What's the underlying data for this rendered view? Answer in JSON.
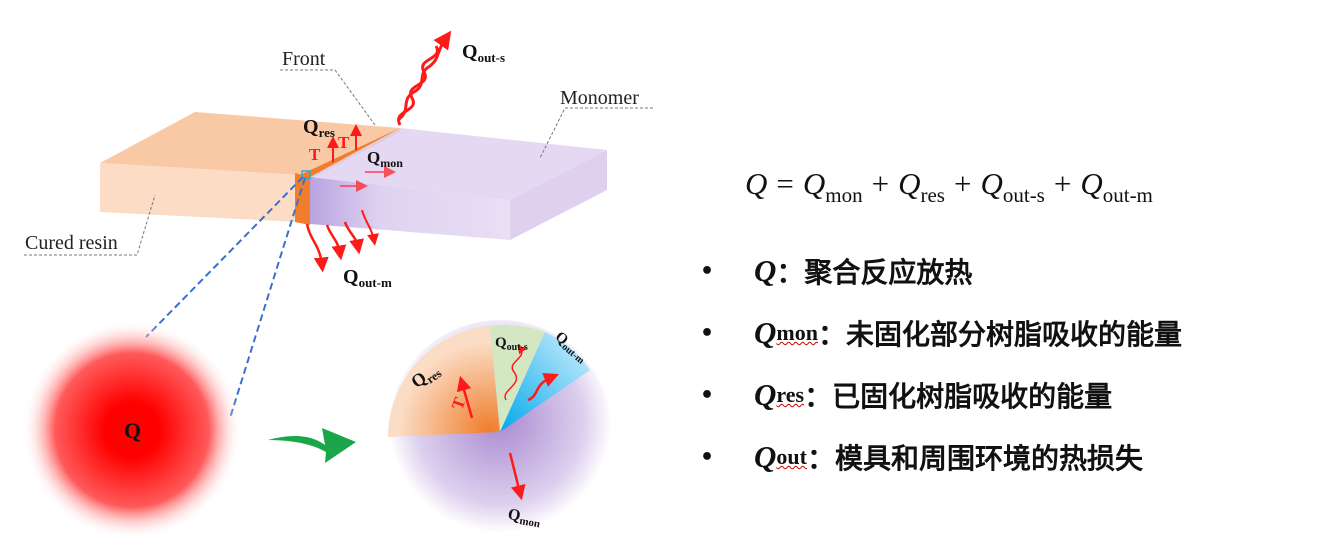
{
  "diagram": {
    "labels": {
      "front": "Front",
      "monomer": "Monomer",
      "cured_resin": "Cured resin",
      "q_out_s": {
        "main": "Q",
        "sub": "out-s"
      },
      "q_out_m": {
        "main": "Q",
        "sub": "out-m"
      },
      "q_res": {
        "main": "Q",
        "sub": "res"
      },
      "q_mon": {
        "main": "Q",
        "sub": "mon"
      },
      "t": "T",
      "q_total": "Q"
    },
    "pie": {
      "labels": {
        "q_res": "res",
        "q_out_s": "out-s",
        "q_out_m": "out-m",
        "q_mon": "mon",
        "q": "Q"
      }
    },
    "colors": {
      "resin": "#f8c9a4",
      "front": "#ef7d2c",
      "monomer": "#d7c4ec",
      "arrow": "#ff1a1a",
      "green_arrow": "#1aa64a"
    }
  },
  "equation": {
    "lhs": "Q",
    "eq": "=",
    "plus": "+",
    "terms": [
      {
        "main": "Q",
        "sub": "mon"
      },
      {
        "main": "Q",
        "sub": "res"
      },
      {
        "main": "Q",
        "sub": "out-s"
      },
      {
        "main": "Q",
        "sub": "out-m"
      }
    ]
  },
  "bullets": [
    {
      "symbol": "•",
      "main": "Q",
      "sub": "",
      "text": "：聚合反应放热"
    },
    {
      "symbol": "•",
      "main": "Q",
      "sub": "mon",
      "text": "：未固化部分树脂吸收的能量"
    },
    {
      "symbol": "•",
      "main": "Q",
      "sub": "res",
      "text": "：已固化树脂吸收的能量"
    },
    {
      "symbol": "•",
      "main": "Q",
      "sub": "out",
      "text": "：模具和周围环境的热损失"
    }
  ]
}
